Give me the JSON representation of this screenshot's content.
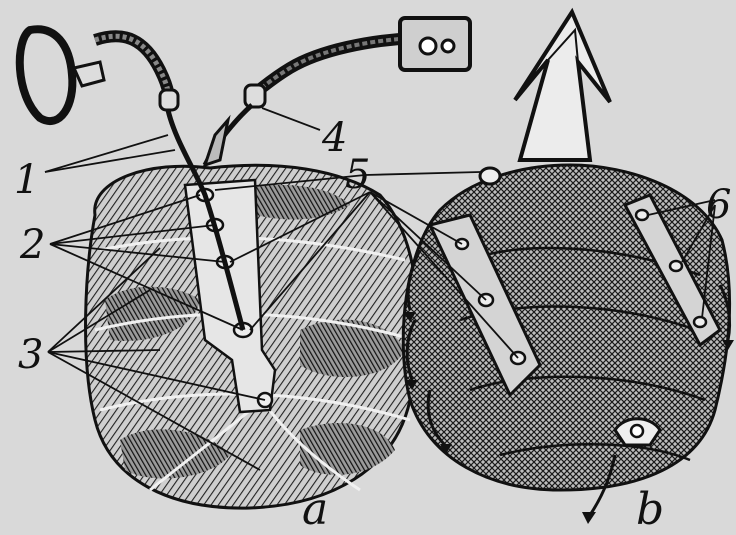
{
  "figure": {
    "colors": {
      "paper": "#d9d9d9",
      "ink": "#111111",
      "shade": "#2b2b2b"
    },
    "callouts": {
      "c1": "1",
      "c2": "2",
      "c3": "3",
      "c4": "4",
      "c5": "5",
      "c6": "6"
    },
    "panels": {
      "a": "a",
      "b": "b"
    }
  }
}
